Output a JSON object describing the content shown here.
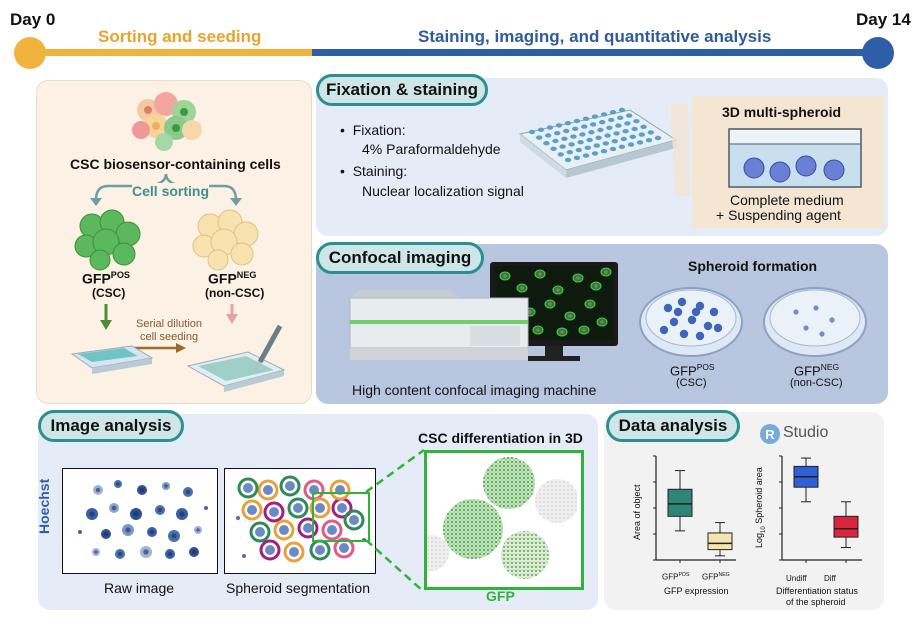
{
  "timeline": {
    "day_start": "Day 0",
    "day_end": "Day 14",
    "phase1": "Sorting and seeding",
    "phase2": "Staining, imaging, and quantitative analysis",
    "colors": {
      "phase1": "#f0b43c",
      "phase2": "#2f5ea8"
    }
  },
  "sorting": {
    "cells_title": "CSC biosensor-containing cells",
    "cell_sorting": "Cell sorting",
    "gfp_pos_main": "GFP",
    "gfp_pos_sup": "POS",
    "gfp_pos_sub": "(CSC)",
    "gfp_neg_main": "GFP",
    "gfp_neg_sup": "NEG",
    "gfp_neg_sub": "(non-CSC)",
    "serial_dilution_1": "Serial dilution",
    "serial_dilution_2": "cell seeding"
  },
  "fixation": {
    "title": "Fixation & staining",
    "bullet1": "Fixation:",
    "bullet1_detail": "4% Paraformaldehyde",
    "bullet2": "Staining:",
    "bullet2_detail": "Nuclear localization signal",
    "multi_title": "3D multi-spheroid",
    "medium_1": "Complete medium",
    "medium_2": "+ Suspending agent"
  },
  "confocal": {
    "title": "Confocal imaging",
    "machine_label": "High content confocal imaging machine",
    "spheroid_title": "Spheroid formation",
    "pos_main": "GFP",
    "pos_sup": "POS",
    "pos_sub": "(CSC)",
    "neg_main": "GFP",
    "neg_sup": "NEG",
    "neg_sub": "(non-CSC)"
  },
  "image_analysis": {
    "title": "Image analysis",
    "hoechst": "Hoechst",
    "raw_label": "Raw image",
    "seg_label": "Spheroid segmentation",
    "diff_title": "CSC differentiation in 3D",
    "gfp_label": "GFP"
  },
  "data_analysis": {
    "title": "Data analysis",
    "rstudio_r": "R",
    "rstudio_text": "Studio",
    "chart1_ylabel": "Area of object",
    "chart1_x1_main": "GFP",
    "chart1_x1_sup": "POS",
    "chart1_x2_main": "GFP",
    "chart1_x2_sup": "NEG",
    "chart1_xlabel": "GFP expression",
    "chart2_ylabel_main": "Log",
    "chart2_ylabel_sub": "10",
    "chart2_ylabel_rest": " Spheroid area",
    "chart2_x1": "Undiff",
    "chart2_x2": "Diff",
    "chart2_xlabel_1": "Differentiation status",
    "chart2_xlabel_2": "of the spheroid"
  },
  "chart_data": [
    {
      "type": "box",
      "categories": [
        "GFPPOS",
        "GFPNEG"
      ],
      "xlabel": "GFP expression",
      "ylabel": "Area of object",
      "colors": [
        "#2f8577",
        "#f2e7b0"
      ],
      "boxes": [
        {
          "whisker_low": 0.28,
          "q1": 0.42,
          "median": 0.54,
          "q3": 0.68,
          "whisker_high": 0.86
        },
        {
          "whisker_low": 0.04,
          "q1": 0.1,
          "median": 0.16,
          "q3": 0.26,
          "whisker_high": 0.36
        }
      ]
    },
    {
      "type": "box",
      "categories": [
        "Undiff",
        "Diff"
      ],
      "xlabel": "Differentiation status of the spheroid",
      "ylabel": "Log10 Spheroid area",
      "colors": [
        "#2f5ed6",
        "#d8243c"
      ],
      "boxes": [
        {
          "whisker_low": 0.56,
          "q1": 0.7,
          "median": 0.8,
          "q3": 0.9,
          "whisker_high": 0.98
        },
        {
          "whisker_low": 0.12,
          "q1": 0.22,
          "median": 0.3,
          "q3": 0.42,
          "whisker_high": 0.56
        }
      ]
    }
  ]
}
